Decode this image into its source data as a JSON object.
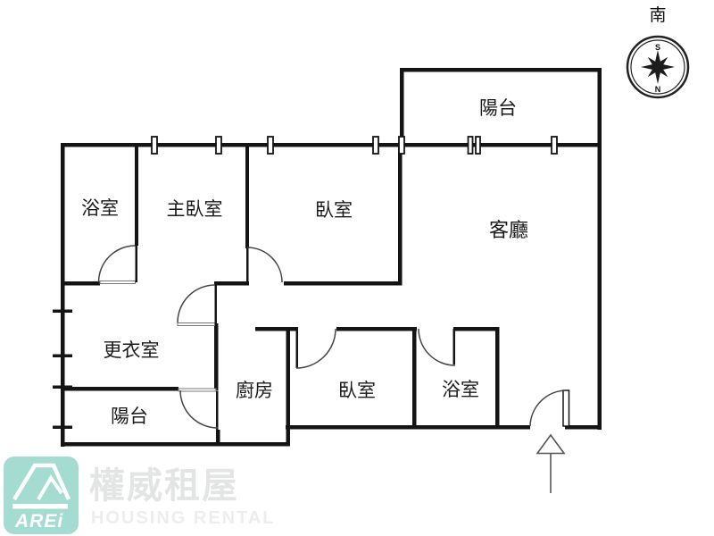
{
  "plan": {
    "rooms": [
      {
        "id": "bathroom-top",
        "label": "浴室"
      },
      {
        "id": "master-bedroom",
        "label": "主臥室"
      },
      {
        "id": "bedroom-top",
        "label": "臥室"
      },
      {
        "id": "living-room",
        "label": "客廳"
      },
      {
        "id": "balcony-top",
        "label": "陽台"
      },
      {
        "id": "dressing-room",
        "label": "更衣室"
      },
      {
        "id": "kitchen",
        "label": "廚房"
      },
      {
        "id": "bedroom-bottom",
        "label": "臥室"
      },
      {
        "id": "bathroom-bottom",
        "label": "浴室"
      },
      {
        "id": "balcony-bottom",
        "label": "陽台"
      }
    ]
  },
  "compass": {
    "direction_label": "南",
    "top_letter": "S",
    "bottom_letter": "N"
  },
  "logo": {
    "brand": "AREi",
    "name_zh": "權威租屋",
    "name_en": "HOUSING RENTAL"
  },
  "colors": {
    "wall": "#141414",
    "logo_background": "#a5dcd2",
    "watermark_zh": "#e2e5e3",
    "watermark_en": "#ebeeec"
  }
}
